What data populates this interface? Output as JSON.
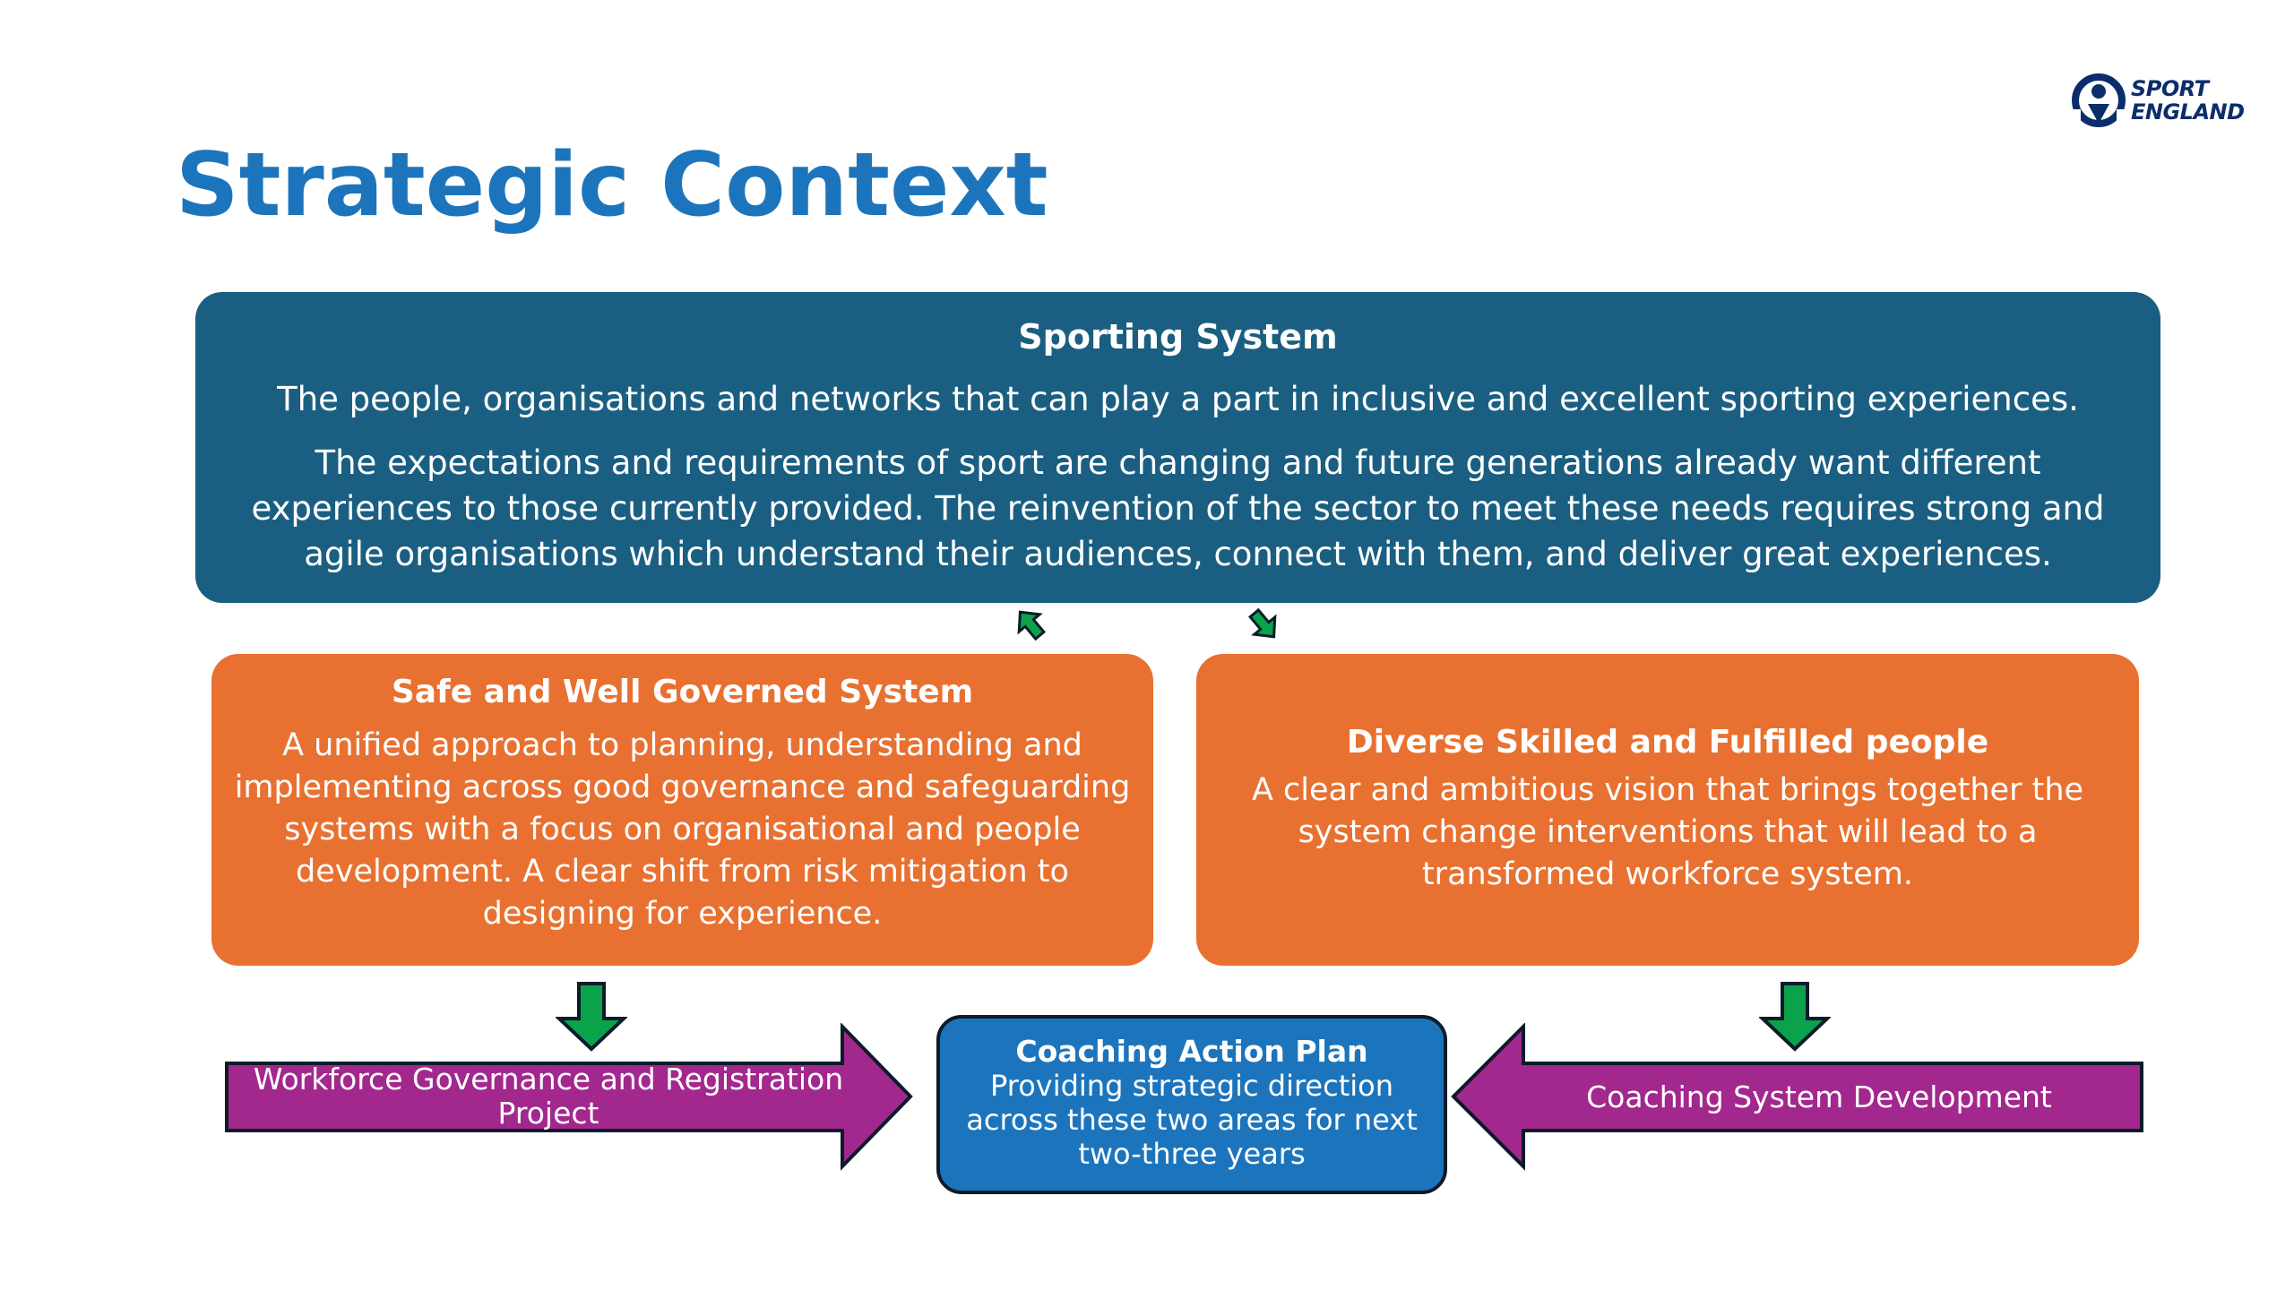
{
  "title": "Strategic Context",
  "logo": {
    "line1": "SPORT",
    "line2": "ENGLAND"
  },
  "sporting_system": {
    "heading": "Sporting System",
    "line1": "The people, organisations and networks that can play a part in inclusive and excellent sporting experiences.",
    "line2": "The expectations and requirements of sport are changing and future generations already want different experiences to those currently provided. The reinvention of the sector to meet these needs requires strong and agile organisations which understand their audiences, connect with them, and deliver great experiences."
  },
  "safe_system": {
    "heading": "Safe and Well Governed System",
    "body": "A unified approach to planning, understanding and implementing across good governance and safeguarding systems with a focus on organisational and people development. A clear shift from risk mitigation to designing for experience."
  },
  "diverse_people": {
    "heading": "Diverse Skilled and Fulfilled people",
    "body": "A clear and ambitious vision that brings together the system change interventions that will lead to a transformed workforce system."
  },
  "coaching_plan": {
    "heading": "Coaching Action Plan",
    "body": "Providing strategic direction across these two areas for next two-three years"
  },
  "left_arrow_label": "Workforce Governance and Registration Project",
  "right_arrow_label": "Coaching System Development",
  "colors": {
    "title": "#1c75bc",
    "top_box": "#1a5f81",
    "orange_box": "#e87131",
    "center_box": "#1c75bc",
    "purple_arrow": "#a2288e",
    "green_arrow": "#0aa24a"
  }
}
